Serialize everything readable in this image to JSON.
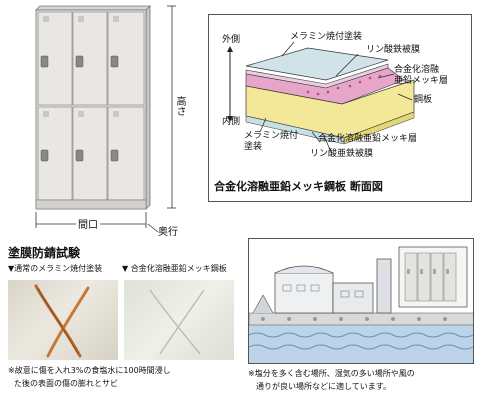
{
  "locker": {
    "dim_height": "高さ",
    "dim_width": "間口",
    "dim_depth": "奥行"
  },
  "cross_section": {
    "caption": "合金化溶融亜鉛メッキ鋼板 断面図",
    "labels": {
      "outer_side": "外側",
      "inner_side": "内側",
      "melamine_top": "メラミン焼付塗装",
      "phosphate_top": "リン酸鉄被膜",
      "alloy_top_1": "合金化溶融",
      "alloy_top_2": "亜鉛メッキ層",
      "steel": "鋼板",
      "melamine_bottom_1": "メラミン焼付",
      "melamine_bottom_2": "塗装",
      "alloy_bottom": "合金化溶融亜鉛メッキ層",
      "phosphate_bottom": "リン酸亜鉄被膜"
    }
  },
  "rust_test": {
    "title": "塗膜防錆試験",
    "left_label": "▼通常のメラミン焼付塗装",
    "right_label": "▼ 合金化溶融亜鉛メッキ鋼板",
    "note_line1": "※故意に傷を入れ3%の食塩水に100時間浸し",
    "note_line2": "た後の表面の傷の膨れとサビ"
  },
  "seaside": {
    "note_line1": "※塩分を多く含む場所、湿気の多い場所や風の",
    "note_line2": "通りが良い場所などに適しています。"
  }
}
